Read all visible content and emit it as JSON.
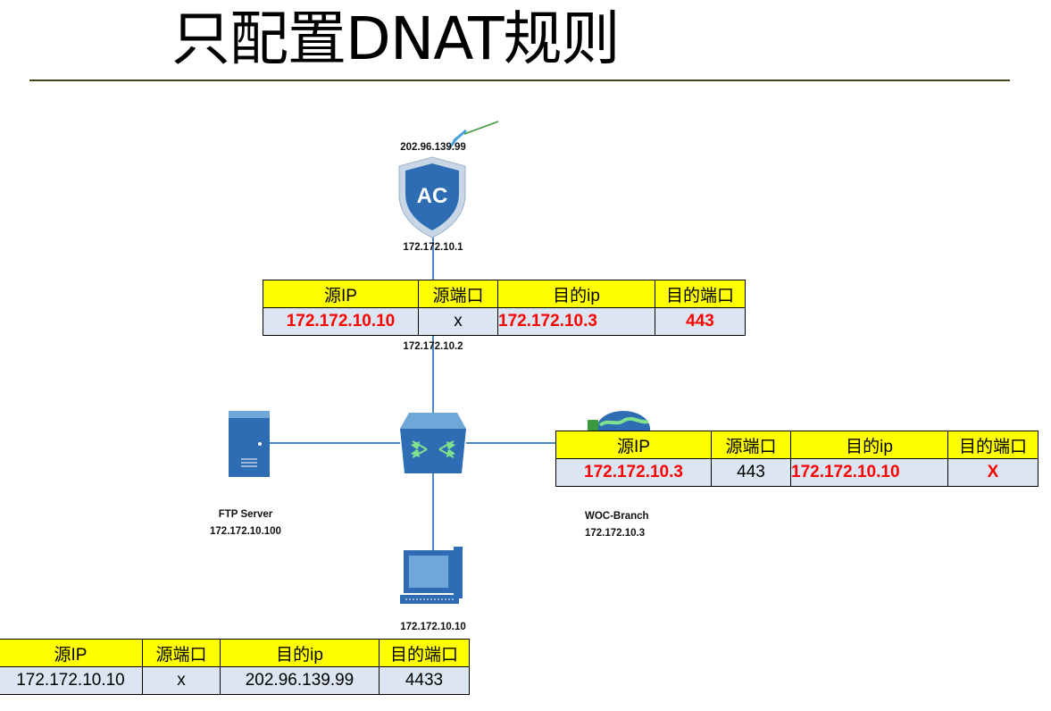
{
  "title": "只配置DNAT规则",
  "devices": {
    "ac": {
      "badge": "AC",
      "ip_top": "202.96.139.99",
      "ip_bottom": "172.172.10.1"
    },
    "switch": {
      "ip": "172.172.10.2"
    },
    "ftp": {
      "name": "FTP Server",
      "ip": "172.172.10.100"
    },
    "woc": {
      "name": "WOC-Branch",
      "ip": "172.172.10.3"
    },
    "pc": {
      "ip": "172.172.10.10"
    }
  },
  "tables": {
    "top": {
      "headers": [
        "源IP",
        "源端口",
        "目的ip",
        "目的端口"
      ],
      "row": [
        "172.172.10.10",
        "x",
        "172.172.10.3",
        "443"
      ]
    },
    "right": {
      "headers": [
        "源IP",
        "源端口",
        "目的ip",
        "目的端口"
      ],
      "row": [
        "172.172.10.3",
        "443",
        "172.172.10.10",
        "X"
      ]
    },
    "bottom": {
      "headers": [
        "源IP",
        "源端口",
        "目的ip",
        "目的端口"
      ],
      "row": [
        "172.172.10.10",
        "x",
        "202.96.139.99",
        "4433"
      ]
    }
  },
  "colors": {
    "header": "#ffff00",
    "row": "#dce6f2",
    "highlight": "#ff0000",
    "device": "#2e6db4",
    "link": "#4a86c0"
  }
}
